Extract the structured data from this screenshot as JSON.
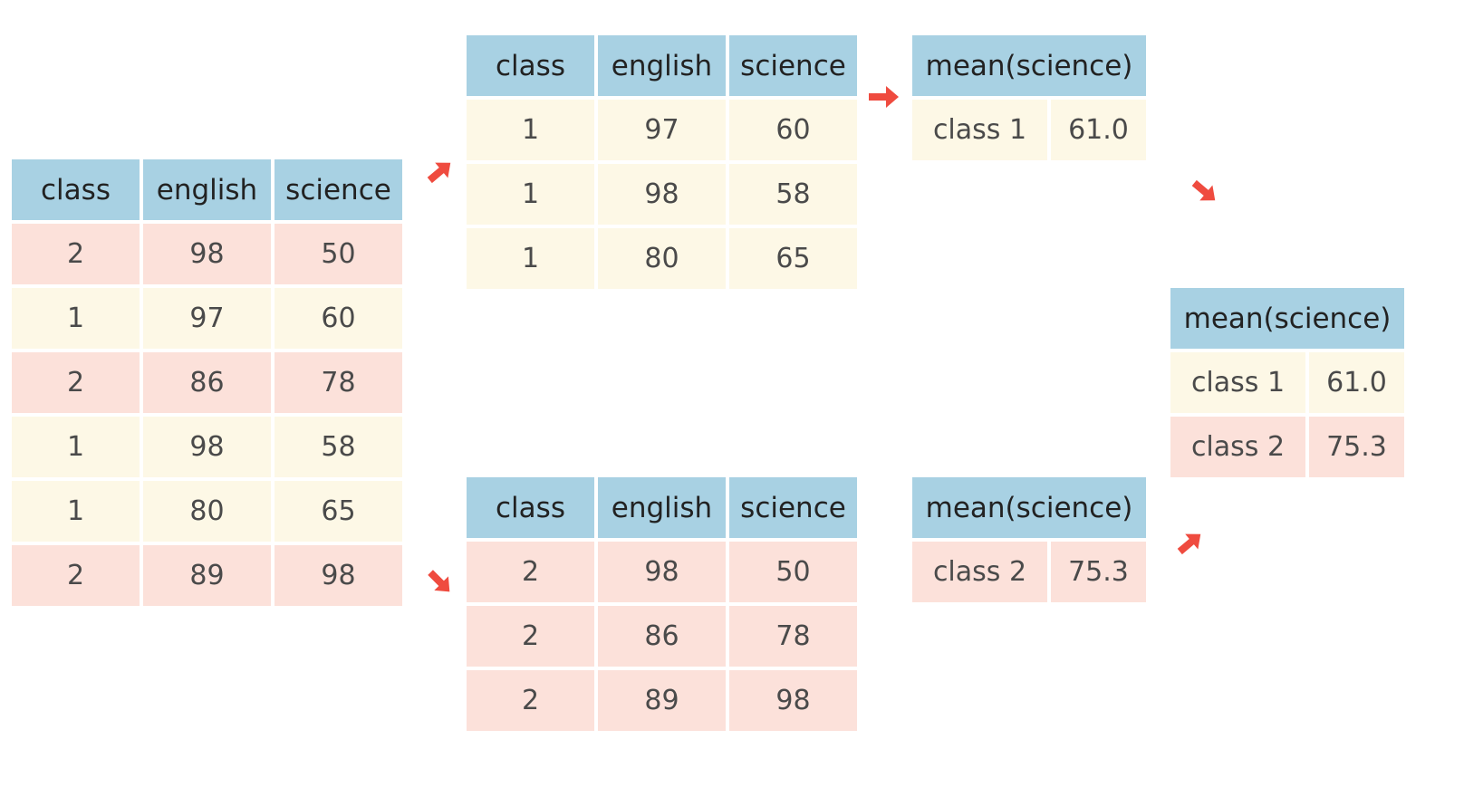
{
  "colors": {
    "header": "#a8d1e3",
    "class1_row": "#fdf8e6",
    "class2_row": "#fce1da",
    "arrow": "#ef4b3f"
  },
  "source_table": {
    "headers": [
      "class",
      "english",
      "science"
    ],
    "rows": [
      [
        "2",
        "98",
        "50"
      ],
      [
        "1",
        "97",
        "60"
      ],
      [
        "2",
        "86",
        "78"
      ],
      [
        "1",
        "98",
        "58"
      ],
      [
        "1",
        "80",
        "65"
      ],
      [
        "2",
        "89",
        "98"
      ]
    ]
  },
  "group1_table": {
    "headers": [
      "class",
      "english",
      "science"
    ],
    "rows": [
      [
        "1",
        "97",
        "60"
      ],
      [
        "1",
        "98",
        "58"
      ],
      [
        "1",
        "80",
        "65"
      ]
    ]
  },
  "group2_table": {
    "headers": [
      "class",
      "english",
      "science"
    ],
    "rows": [
      [
        "2",
        "98",
        "50"
      ],
      [
        "2",
        "86",
        "78"
      ],
      [
        "2",
        "89",
        "98"
      ]
    ]
  },
  "mean1_table": {
    "header": "mean(science)",
    "rows": [
      [
        "class 1",
        "61.0"
      ]
    ]
  },
  "mean2_table": {
    "header": "mean(science)",
    "rows": [
      [
        "class 2",
        "75.3"
      ]
    ]
  },
  "result_table": {
    "header": "mean(science)",
    "rows": [
      [
        "class 1",
        "61.0"
      ],
      [
        "class 2",
        "75.3"
      ]
    ]
  },
  "arrows": {
    "to_group1": "arrow-up-right-icon",
    "to_group2": "arrow-down-right-icon",
    "group1_to_mean1": "arrow-right-icon",
    "mean1_to_result": "arrow-down-right-icon",
    "mean2_to_result": "arrow-up-right-icon"
  }
}
